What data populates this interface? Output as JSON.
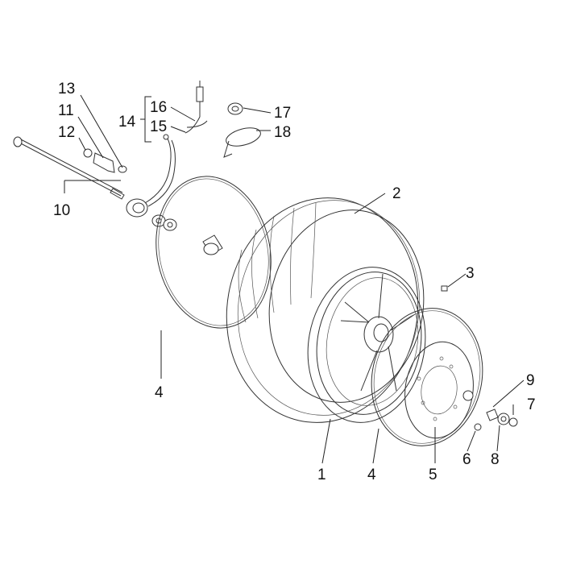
{
  "callouts": [
    {
      "id": "13",
      "text": "13"
    },
    {
      "id": "11",
      "text": "11"
    },
    {
      "id": "12",
      "text": "12"
    },
    {
      "id": "10",
      "text": "10"
    },
    {
      "id": "14",
      "text": "14"
    },
    {
      "id": "16",
      "text": "16"
    },
    {
      "id": "15",
      "text": "15"
    },
    {
      "id": "17",
      "text": "17"
    },
    {
      "id": "18",
      "text": "18"
    },
    {
      "id": "2",
      "text": "2"
    },
    {
      "id": "3",
      "text": "3"
    },
    {
      "id": "4a",
      "text": "4"
    },
    {
      "id": "9",
      "text": "9"
    },
    {
      "id": "7",
      "text": "7"
    },
    {
      "id": "8",
      "text": "8"
    },
    {
      "id": "6",
      "text": "6"
    },
    {
      "id": "5",
      "text": "5"
    },
    {
      "id": "4b",
      "text": "4"
    },
    {
      "id": "1",
      "text": "1"
    }
  ],
  "colors": {
    "line": "#222222",
    "background": "#ffffff"
  }
}
